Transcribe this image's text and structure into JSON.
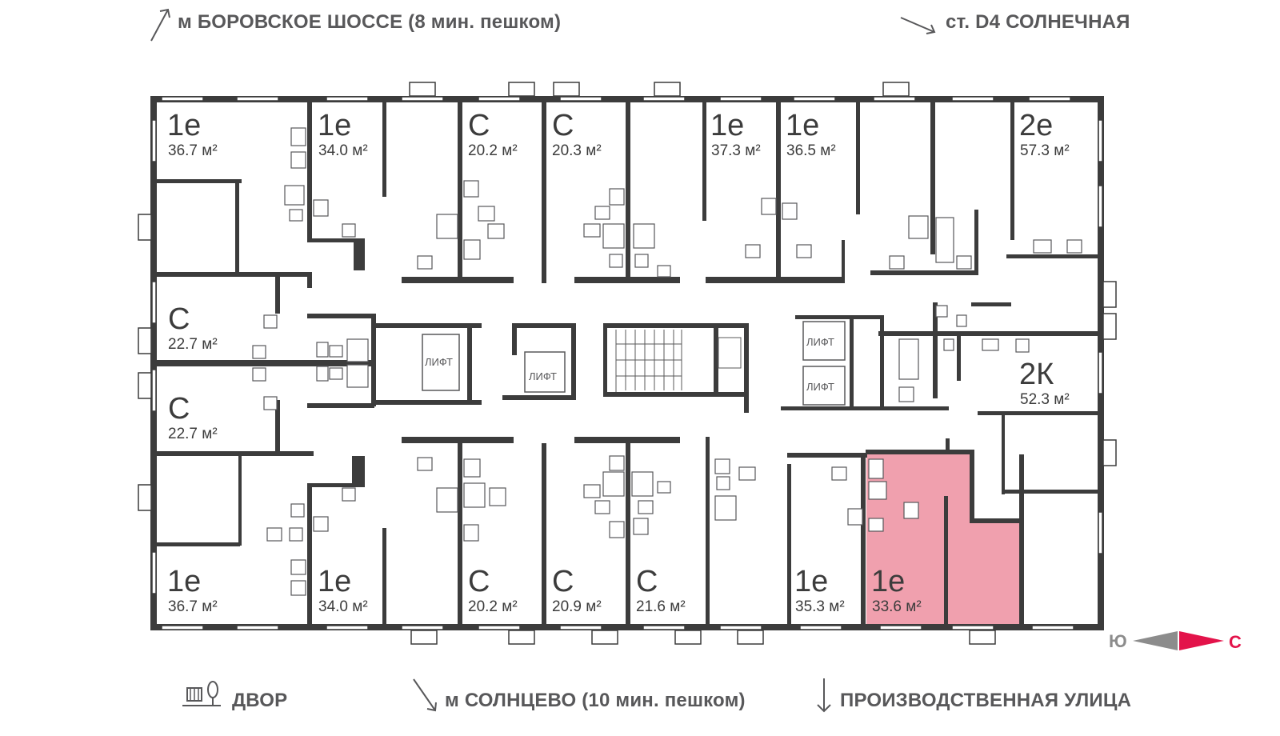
{
  "directions": {
    "top_left": "м БОРОВСКОЕ ШОССЕ (8 мин. пешком)",
    "top_right": "ст. D4 СОЛНЕЧНАЯ",
    "bottom_left": "ДВОР",
    "bottom_center": "м СОЛНЦЕВО (10 мин. пешком)",
    "bottom_right": "ПРОИЗВОДСТВЕННАЯ УЛИЦА"
  },
  "compass": {
    "south": "Ю",
    "north": "С",
    "south_color": "#8c8c8c",
    "north_color": "#e3134a"
  },
  "colors": {
    "wall": "#3c3c3c",
    "highlight": "#f0a0ae",
    "window": "#ffffff"
  },
  "lift_label": "ЛИФТ",
  "apartments": [
    {
      "id": "a1",
      "type": "1е",
      "area": "36.7 м²"
    },
    {
      "id": "a2",
      "type": "1е",
      "area": "34.0 м²"
    },
    {
      "id": "a3",
      "type": "С",
      "area": "20.2 м²"
    },
    {
      "id": "a4",
      "type": "С",
      "area": "20.3 м²"
    },
    {
      "id": "a5",
      "type": "1е",
      "area": "37.3 м²"
    },
    {
      "id": "a6",
      "type": "1е",
      "area": "36.5 м²"
    },
    {
      "id": "a7",
      "type": "2е",
      "area": "57.3 м²"
    },
    {
      "id": "a8",
      "type": "С",
      "area": "22.7 м²"
    },
    {
      "id": "a9",
      "type": "С",
      "area": "22.7 м²"
    },
    {
      "id": "a10",
      "type": "2К",
      "area": "52.3 м²"
    },
    {
      "id": "a11",
      "type": "1е",
      "area": "36.7 м²"
    },
    {
      "id": "a12",
      "type": "1е",
      "area": "34.0 м²"
    },
    {
      "id": "a13",
      "type": "С",
      "area": "20.2 м²"
    },
    {
      "id": "a14",
      "type": "С",
      "area": "20.9 м²"
    },
    {
      "id": "a15",
      "type": "С",
      "area": "21.6 м²"
    },
    {
      "id": "a16",
      "type": "1е",
      "area": "35.3 м²"
    },
    {
      "id": "a17",
      "type": "1е",
      "area": "33.6 м²",
      "highlighted": true
    }
  ]
}
